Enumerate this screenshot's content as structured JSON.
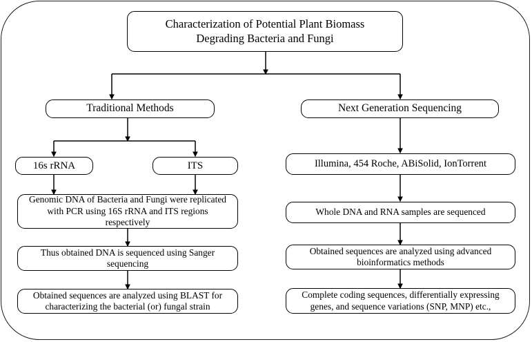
{
  "diagram": {
    "title_node": {
      "label": "Characterization of Potential Plant Biomass\nDegrading Bacteria and Fungi"
    },
    "branches": {
      "left": {
        "heading": "Traditional Methods",
        "targets": [
          {
            "label": "16s rRNA"
          },
          {
            "label": "ITS"
          }
        ],
        "steps": [
          {
            "label": "Genomic DNA of Bacteria and Fungi were replicated\nwith PCR using 16S rRNA and ITS regions\nrespectively"
          },
          {
            "label": "Thus obtained DNA is sequenced using Sanger\nsequencing"
          },
          {
            "label": "Obtained sequences are analyzed using BLAST for\ncharacterizing the bacterial (or) fungal strain"
          }
        ]
      },
      "right": {
        "heading": "Next Generation Sequencing",
        "platforms": {
          "label": "Illumina, 454 Roche, ABiSolid, IonTorrent"
        },
        "steps": [
          {
            "label": "Whole DNA and RNA samples are sequenced"
          },
          {
            "label": "Obtained sequences are analyzed using advanced\nbioinformatics methods"
          },
          {
            "label": "Complete coding sequences, differentially expressing\ngenes, and sequence variations (SNP, MNP) etc.,"
          }
        ]
      }
    },
    "colors": {
      "line": "#000000",
      "frame": "#1a1a1a",
      "background": "#ffffff"
    }
  }
}
